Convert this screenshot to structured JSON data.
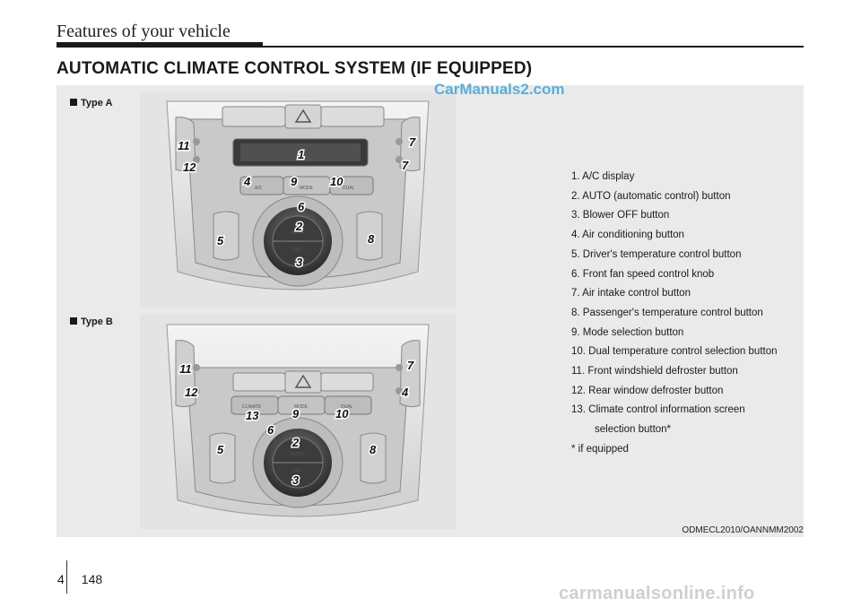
{
  "header": {
    "running_title": "Features of your vehicle"
  },
  "section": {
    "title": "AUTOMATIC CLIMATE CONTROL SYSTEM (IF EQUIPPED)"
  },
  "watermark_top": "CarManuals2.com",
  "figures": {
    "type_a_label": "Type A",
    "type_b_label": "Type B",
    "type_a_callouts": {
      "c1": "1",
      "c2": "2",
      "c3": "3",
      "c4": "4",
      "c5": "5",
      "c6": "6",
      "c7a": "7",
      "c7b": "7",
      "c8": "8",
      "c9": "9",
      "c10": "10",
      "c11": "11",
      "c12": "12"
    },
    "type_b_callouts": {
      "c2": "2",
      "c3": "3",
      "c4": "4",
      "c5": "5",
      "c6": "6",
      "c7": "7",
      "c8": "8",
      "c9": "9",
      "c10": "10",
      "c11": "11",
      "c12": "12",
      "c13": "13"
    },
    "button_text": {
      "ac": "A/C",
      "mode": "MODE",
      "dual": "DUAL",
      "auto": "AUTO",
      "off": "OFF",
      "climate": "CLIMATE"
    }
  },
  "callout_list": [
    "1. A/C display",
    "2. AUTO (automatic control) button",
    "3. Blower OFF button",
    "4. Air conditioning button",
    "5. Driver's temperature control button",
    "6. Front fan speed control knob",
    "7. Air intake control button",
    "8. Passenger's temperature control button",
    "9. Mode selection button",
    "10. Dual temperature control selection button",
    "11. Front windshield defroster button",
    "12. Rear window defroster button",
    "13. Climate control information screen",
    "selection button*",
    "* if equipped"
  ],
  "image_code": "ODMECL2010/OANNMM2002",
  "page": {
    "chapter": "4",
    "number": "148"
  },
  "bottom_watermark": "carmanualsonline.info"
}
